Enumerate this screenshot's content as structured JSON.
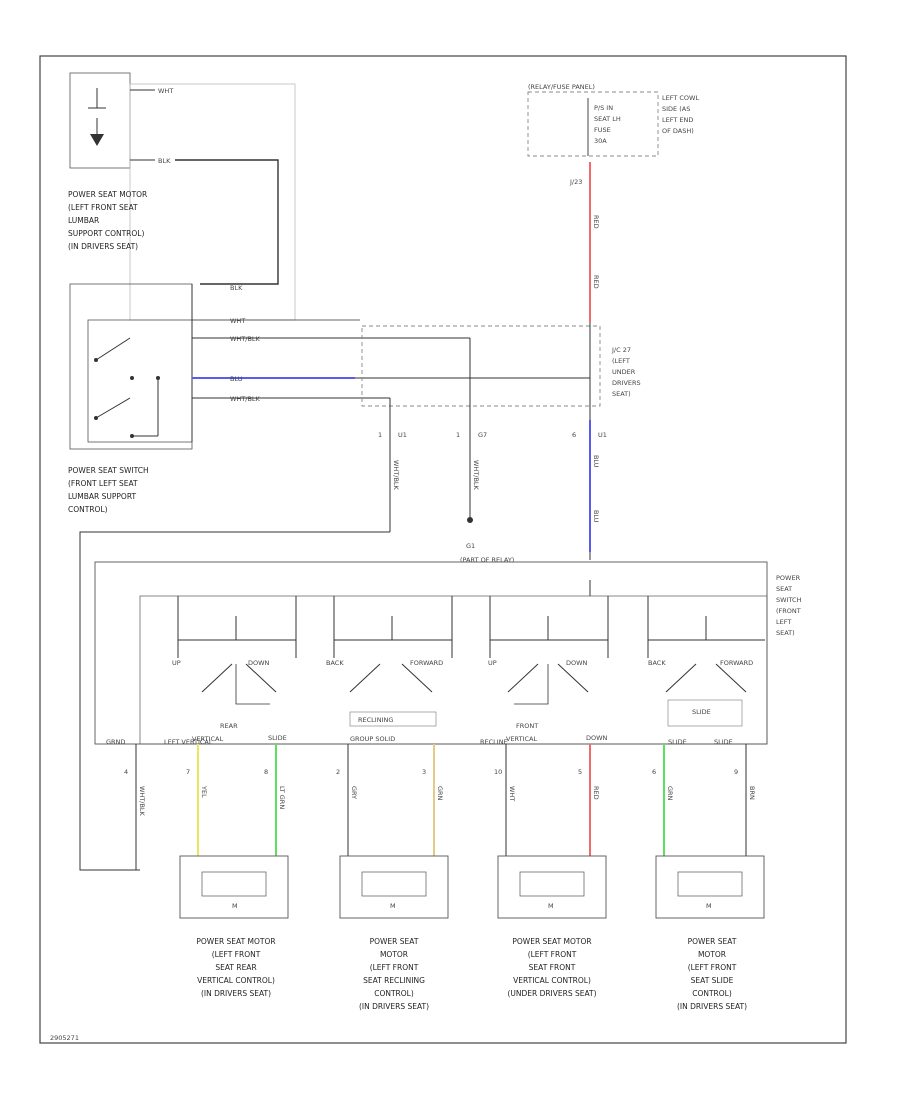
{
  "lumbar_motor": {
    "label": [
      "POWER SEAT MOTOR",
      "(LEFT FRONT SEAT",
      "LUMBAR",
      "SUPPORT CONTROL)",
      "(IN DRIVERS SEAT)"
    ],
    "pin_top_wire": "WHT",
    "pin_bottom_wire": "BLK"
  },
  "lumbar_switch": {
    "label": [
      "POWER SEAT SWITCH",
      "(FRONT LEFT SEAT",
      "LUMBAR SUPPORT",
      "CONTROL)"
    ],
    "wires": [
      "BLK",
      "WHT",
      "WHT/BLK",
      "BLU",
      "WHT/BLK"
    ]
  },
  "fuse_box": {
    "title": "(RELAY/FUSE PANEL)",
    "fuse": [
      "P/S IN",
      "SEAT LH",
      "FUSE",
      "30A"
    ],
    "location": [
      "LEFT COWL",
      "SIDE (AS",
      "LEFT END",
      "OF DASH)"
    ]
  },
  "junction": {
    "label": [
      "J/C 27",
      "(LEFT",
      "UNDER",
      "DRIVERS",
      "SEAT)"
    ],
    "connector_top": "J/23",
    "red_wire": "RED",
    "blue_wire": "BLU",
    "conn_codes": [
      "1",
      "U1",
      "1",
      "G7",
      "6",
      "U1"
    ],
    "ground_label": "G1",
    "drop_wires": [
      "WHT/BLK",
      "WHT/BLK"
    ],
    "switch_header": "(PART OF RELAY)"
  },
  "main_switch": {
    "label": [
      "POWER",
      "SEAT",
      "SWITCH",
      "(FRONT",
      "LEFT",
      "SEAT)"
    ],
    "groups": [
      "REAR",
      "RECLINING",
      "FRONT",
      "SLIDE"
    ],
    "group_sub": [
      "VERTICAL",
      "GROUP SOLID",
      "VERTICAL",
      ""
    ],
    "contact_labels": [
      "UP",
      "DOWN",
      "BACK",
      "FORWARD",
      "UP",
      "DOWN",
      "BACK",
      "FORWARD"
    ],
    "bottom_labels": [
      "GRND",
      "LEFT VERTICAL",
      "SLIDE",
      "RECLINE",
      "SOLID",
      "FRONT VERTICAL",
      "DOWN",
      "SLIDE",
      "SLIDE"
    ],
    "pin_numbers": [
      "4",
      "7",
      "8",
      "2",
      "3",
      "10",
      "5",
      "6",
      "9"
    ],
    "wire_colors": [
      "WHT/BLK",
      "YEL",
      "LT GRN",
      "GRY",
      "GRN",
      "WHT",
      "RED",
      "GRN",
      "BRN"
    ]
  },
  "motors": [
    {
      "label": [
        "POWER SEAT MOTOR",
        "(LEFT FRONT",
        "SEAT REAR",
        "VERTICAL CONTROL)",
        "(IN DRIVERS SEAT)"
      ],
      "symbol": "M"
    },
    {
      "label": [
        "POWER SEAT",
        "MOTOR",
        "(LEFT FRONT",
        "SEAT RECLINING",
        "CONTROL)",
        "(IN DRIVERS SEAT)"
      ],
      "symbol": "M"
    },
    {
      "label": [
        "POWER SEAT MOTOR",
        "(LEFT FRONT",
        "SEAT FRONT",
        "VERTICAL CONTROL)",
        "(UNDER DRIVERS SEAT)"
      ],
      "symbol": "M"
    },
    {
      "label": [
        "POWER SEAT",
        "MOTOR",
        "(LEFT FRONT",
        "SEAT SLIDE",
        "CONTROL)",
        "(IN DRIVERS SEAT)"
      ],
      "symbol": "M"
    }
  ],
  "colors": {
    "red_wire": "#f26b6b",
    "blue_wire": "#5b5bf0",
    "yellow_wire": "#e8e85a",
    "green_wire": "#5ee05e",
    "tan_wire": "#e3c98a",
    "line": "#333333",
    "dash": "#888888"
  },
  "footer_code": "2905271"
}
